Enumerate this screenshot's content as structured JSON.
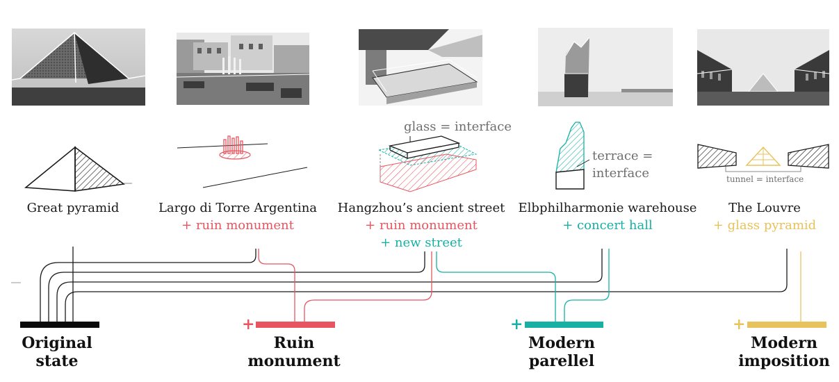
{
  "colors": {
    "ink": "#1a1a1a",
    "ruin": "#e8545f",
    "parallel": "#17b0a5",
    "imposition": "#e8c25a",
    "gray": "#6e6e6e"
  },
  "cases": [
    {
      "name": "Great pyramid",
      "additions": []
    },
    {
      "name": "Largo di Torre Argentina",
      "additions": [
        "+ ruin monument"
      ]
    },
    {
      "name": "Hangzhou’s ancient street",
      "additions": [
        "+ ruin monument",
        "+ new street"
      ]
    },
    {
      "name": "Elbphilharmonie warehouse",
      "additions": [
        "+ concert hall"
      ]
    },
    {
      "name": "The Louvre",
      "additions": [
        "+ glass pyramid"
      ]
    }
  ],
  "annotations": {
    "glass": "glass = interface",
    "terrace_line1": "terrace =",
    "terrace_line2": "interface",
    "tunnel": "tunnel = interface"
  },
  "categories": [
    {
      "line1": "Original",
      "line2": "state",
      "plus": ""
    },
    {
      "line1": "Ruin",
      "line2": "monument",
      "plus": "+"
    },
    {
      "line1": "Modern",
      "line2": "parellel",
      "plus": "+"
    },
    {
      "line1": "Modern",
      "line2": "imposition",
      "plus": "+"
    }
  ]
}
